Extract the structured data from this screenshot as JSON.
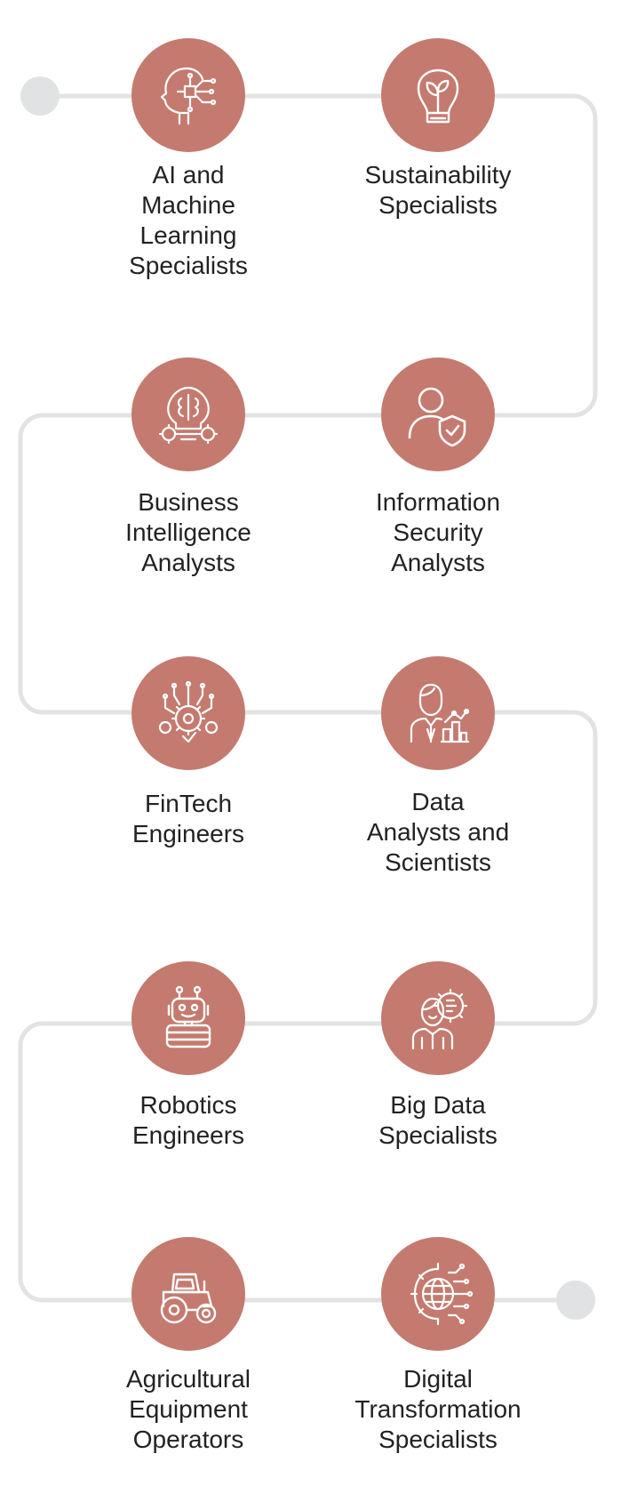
{
  "colors": {
    "node": "#c47a6f",
    "path": "#e3e3e3",
    "endpoint": "#e1e2e4",
    "icon_stroke": "#ffffff",
    "text": "#222222"
  },
  "items": [
    {
      "id": "ai-ml",
      "icon": "ai-brain-circuit-icon",
      "lines": [
        "AI and",
        "Machine",
        "Learning",
        "Specialists"
      ]
    },
    {
      "id": "sustainability",
      "icon": "eco-lightbulb-icon",
      "lines": [
        "Sustainability",
        "Specialists"
      ]
    },
    {
      "id": "business-intelligence",
      "icon": "brain-gears-icon",
      "lines": [
        "Business",
        "Intelligence",
        "Analysts"
      ]
    },
    {
      "id": "information-security",
      "icon": "user-shield-icon",
      "lines": [
        "Information",
        "Security",
        "Analysts"
      ]
    },
    {
      "id": "fintech",
      "icon": "gear-circuit-icon",
      "lines": [
        "FinTech",
        "Engineers"
      ]
    },
    {
      "id": "data-analysts",
      "icon": "analyst-chart-icon",
      "lines": [
        "Data",
        "Analysts and",
        "Scientists"
      ]
    },
    {
      "id": "robotics",
      "icon": "robot-icon",
      "lines": [
        "Robotics",
        "Engineers"
      ]
    },
    {
      "id": "big-data",
      "icon": "person-gear-icon",
      "lines": [
        "Big Data",
        "Specialists"
      ]
    },
    {
      "id": "agricultural",
      "icon": "tractor-icon",
      "lines": [
        "Agricultural",
        "Equipment",
        "Operators"
      ]
    },
    {
      "id": "digital-transformation",
      "icon": "globe-gear-icon",
      "lines": [
        "Digital",
        "Transformation",
        "Specialists"
      ]
    }
  ]
}
